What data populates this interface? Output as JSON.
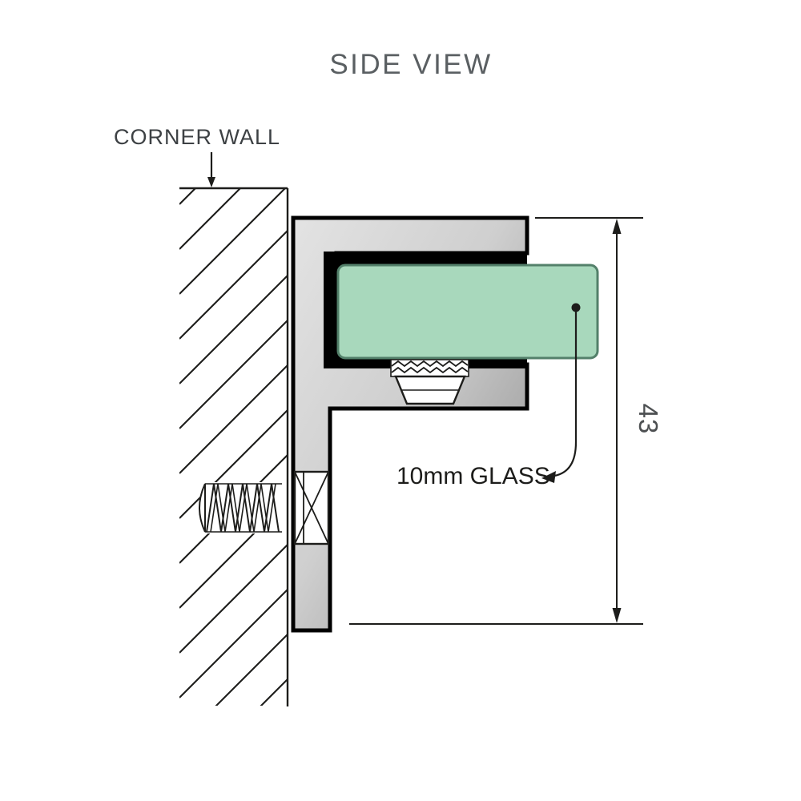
{
  "title": "SIDE VIEW",
  "wall_label": "CORNER WALL",
  "glass_label": "10mm GLASS",
  "dimension": {
    "value": "43"
  },
  "colors": {
    "title_text": "#5a5f62",
    "label_text": "#3d4144",
    "annotation_text": "#1d1d1b",
    "dimension_text": "#4d5052",
    "line": "#1d1d1b",
    "glass_fill": "#a8d8bc",
    "glass_stroke": "#53806a",
    "metal_light": "#e3e3e3",
    "metal_dark": "#8a8a8a",
    "gasket": "#000000"
  }
}
